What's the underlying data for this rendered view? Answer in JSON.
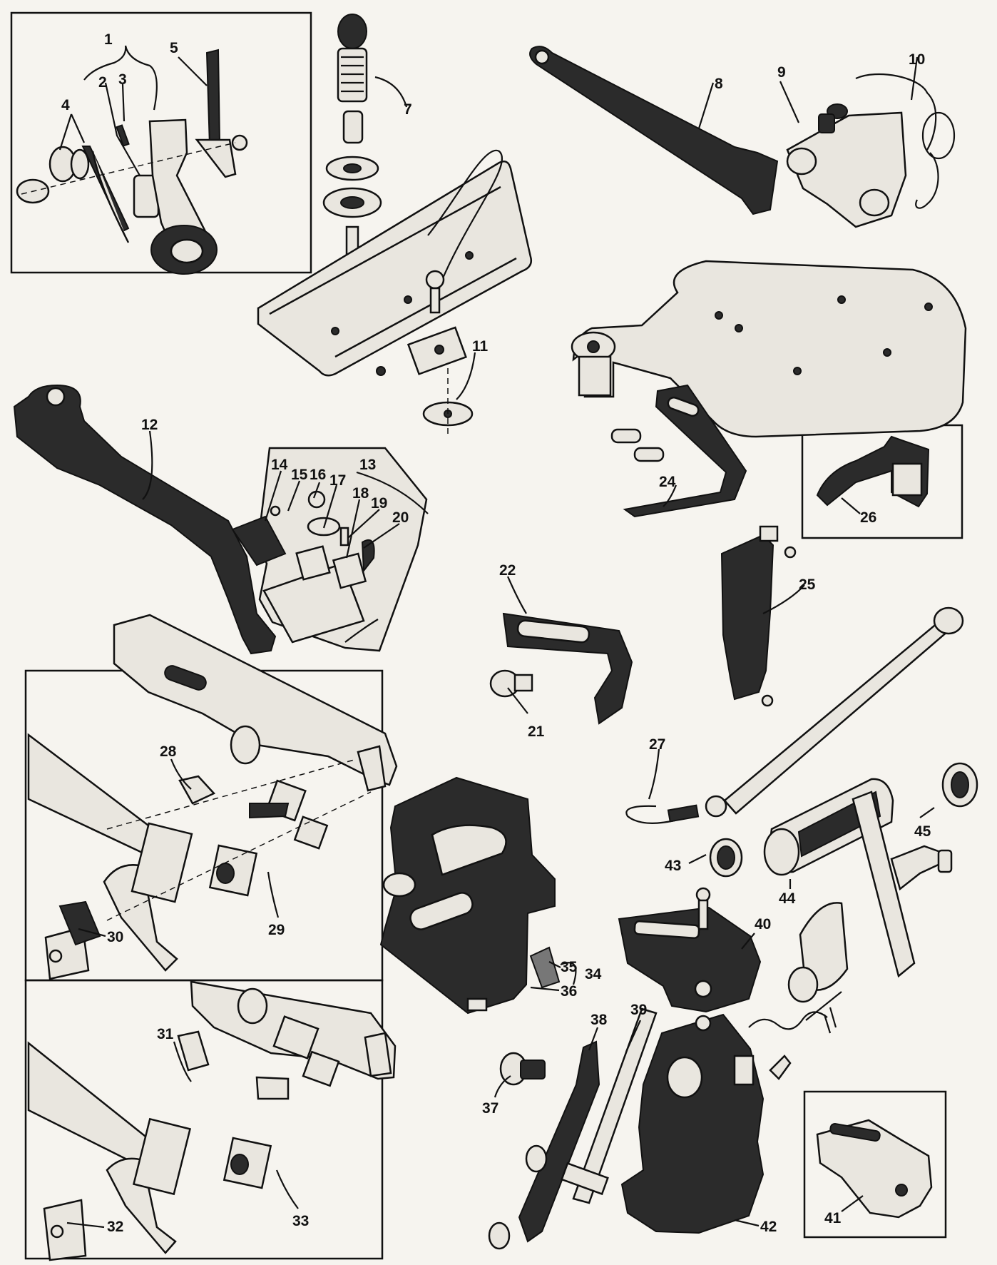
{
  "diagram": {
    "callouts": [
      {
        "id": "c1",
        "text": "1"
      },
      {
        "id": "c2",
        "text": "2"
      },
      {
        "id": "c3",
        "text": "3"
      },
      {
        "id": "c4",
        "text": "4"
      },
      {
        "id": "c5",
        "text": "5"
      },
      {
        "id": "c7",
        "text": "7"
      },
      {
        "id": "c8",
        "text": "8"
      },
      {
        "id": "c9",
        "text": "9"
      },
      {
        "id": "c10",
        "text": "10"
      },
      {
        "id": "c11",
        "text": "11"
      },
      {
        "id": "c12",
        "text": "12"
      },
      {
        "id": "c13",
        "text": "13"
      },
      {
        "id": "c14",
        "text": "14"
      },
      {
        "id": "c15",
        "text": "15"
      },
      {
        "id": "c16",
        "text": "16"
      },
      {
        "id": "c17",
        "text": "17"
      },
      {
        "id": "c18",
        "text": "18"
      },
      {
        "id": "c19",
        "text": "19"
      },
      {
        "id": "c20",
        "text": "20"
      },
      {
        "id": "c21",
        "text": "21"
      },
      {
        "id": "c22",
        "text": "22"
      },
      {
        "id": "c24",
        "text": "24"
      },
      {
        "id": "c25",
        "text": "25"
      },
      {
        "id": "c26",
        "text": "26"
      },
      {
        "id": "c27",
        "text": "27"
      },
      {
        "id": "c28",
        "text": "28"
      },
      {
        "id": "c29",
        "text": "29"
      },
      {
        "id": "c30",
        "text": "30"
      },
      {
        "id": "c31",
        "text": "31"
      },
      {
        "id": "c32",
        "text": "32"
      },
      {
        "id": "c33",
        "text": "33"
      },
      {
        "id": "c34",
        "text": "34"
      },
      {
        "id": "c35",
        "text": "35"
      },
      {
        "id": "c36",
        "text": "36"
      },
      {
        "id": "c37",
        "text": "37"
      },
      {
        "id": "c38",
        "text": "38"
      },
      {
        "id": "c39",
        "text": "39"
      },
      {
        "id": "c40",
        "text": "40"
      },
      {
        "id": "c41",
        "text": "41"
      },
      {
        "id": "c42",
        "text": "42"
      },
      {
        "id": "c43",
        "text": "43"
      },
      {
        "id": "c44",
        "text": "44"
      },
      {
        "id": "c45",
        "text": "45"
      }
    ]
  },
  "colors": {
    "background": "#f6f4ef",
    "ink": "#111111",
    "part_dark": "#2b2b2b"
  }
}
